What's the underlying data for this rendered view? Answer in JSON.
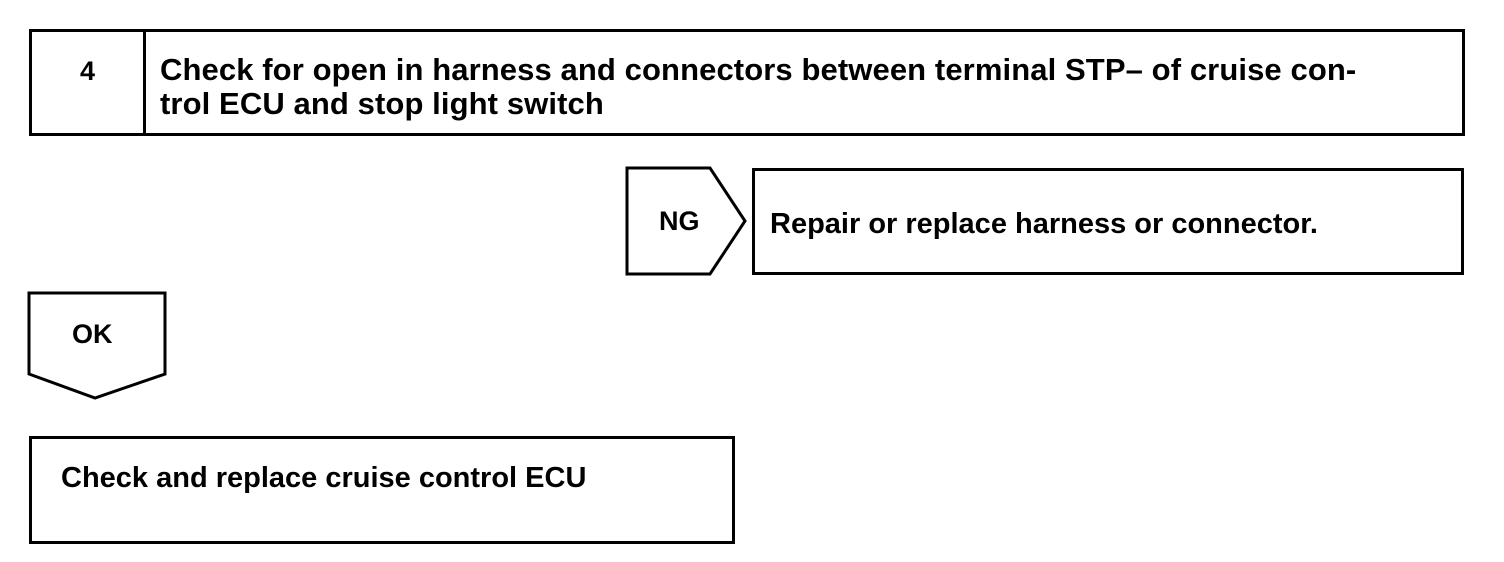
{
  "step": {
    "number": "4",
    "title": "Check for open in harness and connectors between terminal STP– of cruise con-trol ECU and stop light switch",
    "title_line1": "Check for open in harness and connectors between terminal STP– of cruise con-",
    "title_line2": "trol ECU and stop light switch"
  },
  "ng_branch": {
    "label": "NG",
    "action": "Repair or replace harness or connector."
  },
  "ok_branch": {
    "label": "OK",
    "action": "Check and replace cruise control ECU"
  }
}
